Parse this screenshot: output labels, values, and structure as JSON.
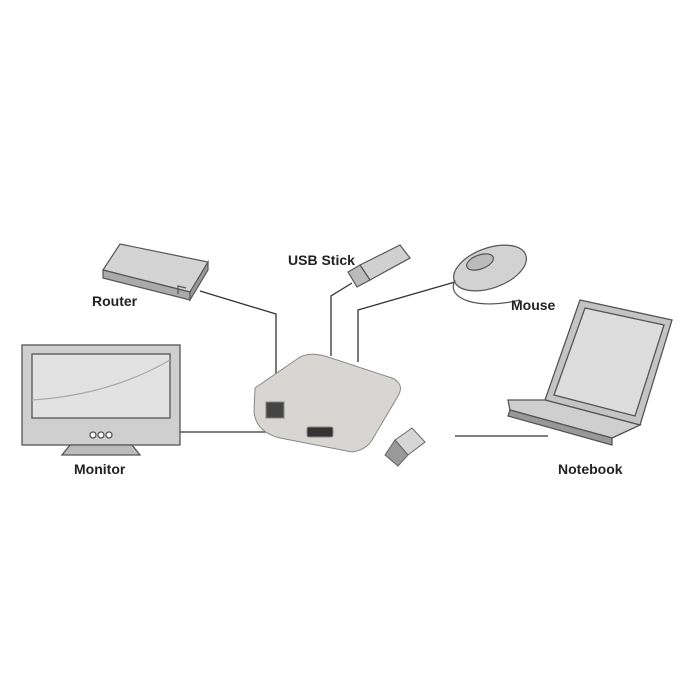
{
  "labels": {
    "router": "Router",
    "usb_stick": "USB Stick",
    "mouse": "Mouse",
    "monitor": "Monitor",
    "notebook": "Notebook"
  },
  "colors": {
    "device_fill": "#c9c9c9",
    "device_stroke": "#555555",
    "line": "#333333",
    "hub": "#d8d6d2"
  }
}
